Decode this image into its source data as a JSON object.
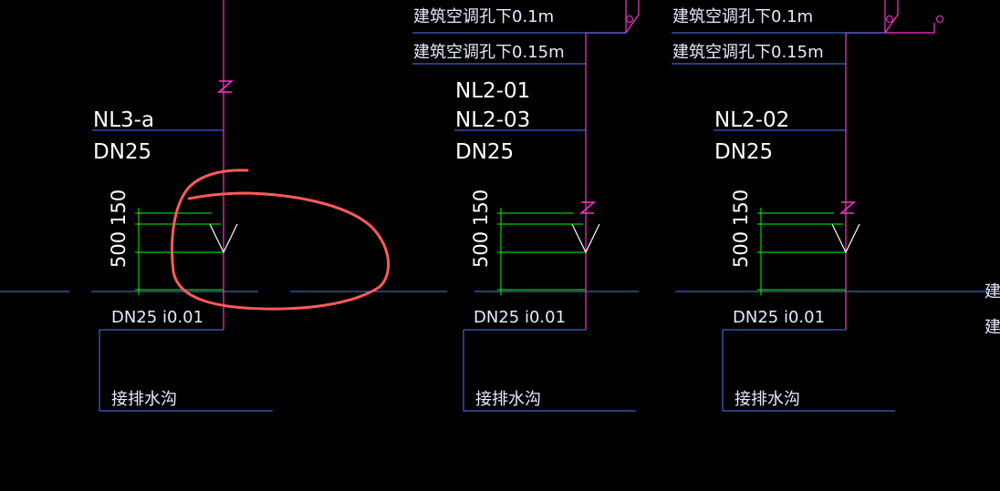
{
  "colors": {
    "background": "#000000",
    "pipe": "#ff33cc",
    "leader": "#4d7cff",
    "dimension": "#00ff00",
    "text": "#ffffff",
    "markup": "#ff4d4d"
  },
  "top_labels": {
    "ac_hole_0_1": "建筑空调孔下0.1m",
    "ac_hole_0_15": "建筑空调孔下0.15m"
  },
  "units": [
    {
      "tags": [
        "NL3-a"
      ],
      "pipe_size": "DN25",
      "dim_top": "150",
      "dim_bottom": "500",
      "drain_label": "DN25  i0.01",
      "outlet_label": "接排水沟",
      "has_top_labels": false,
      "highlighted": true
    },
    {
      "tags": [
        "NL2-01",
        "NL2-03"
      ],
      "pipe_size": "DN25",
      "dim_top": "150",
      "dim_bottom": "500",
      "drain_label": "DN25  i0.01",
      "outlet_label": "接排水沟",
      "has_top_labels": true,
      "highlighted": false
    },
    {
      "tags": [
        "NL2-02"
      ],
      "pipe_size": "DN25",
      "dim_top": "150",
      "dim_bottom": "500",
      "drain_label": "DN25  i0.01",
      "outlet_label": "接排水沟",
      "has_top_labels": true,
      "highlighted": false
    }
  ],
  "edge_text": [
    "建",
    "建"
  ]
}
